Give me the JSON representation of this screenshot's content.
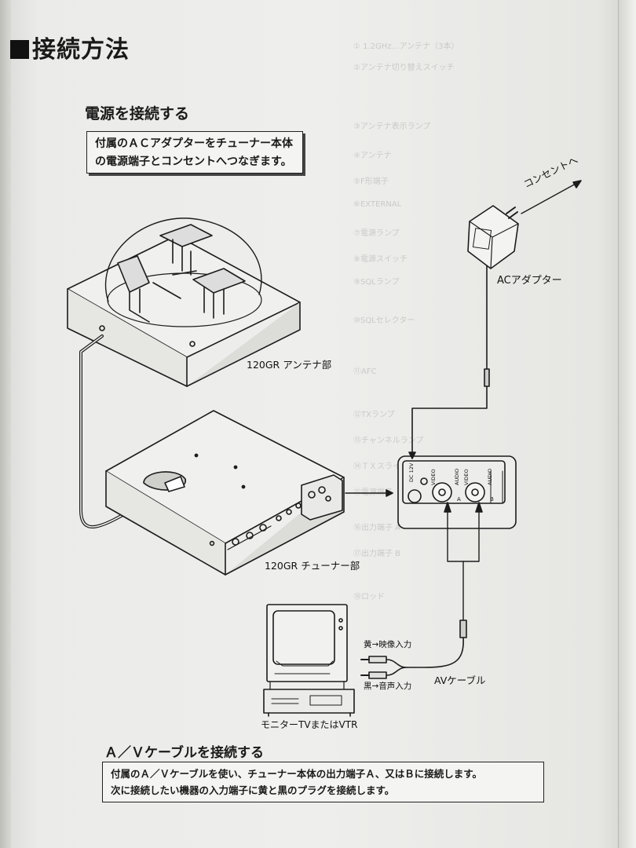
{
  "title": "接続方法",
  "power_section": {
    "heading": "電源を接続する",
    "text_lines": [
      "付属のＡＣアダプターをチューナー本体",
      "の電源端子とコンセントへつなぎます。"
    ]
  },
  "diagram_labels": {
    "antenna": "120GR アンテナ部",
    "tuner": "120GR チューナー部",
    "outlet": "コンセントへ",
    "ac_adapter": "ACアダプター",
    "av_cable": "AVケーブル",
    "yellow_video": "黄→映像入力",
    "black_audio": "黒→音声入力",
    "monitor": "モニターTVまたはVTR",
    "panel_dc": "DC 12V",
    "panel_video_a": "VIDEO",
    "panel_audio_a": "AUDIO",
    "panel_video_b": "VIDEO",
    "panel_audio_b": "AUDIO",
    "panel_a": "A",
    "panel_b": "B"
  },
  "av_section": {
    "heading": "Ａ／Ｖケーブルを接続する",
    "text_lines": [
      "付属のＡ／Ｖケーブルを使い、チューナー本体の出力端子Ａ、又はＢに接続します。",
      "次に接続したい機器の入力端子に黄と黒のプラグを接続します。"
    ]
  },
  "bleed_through_lines": [
    "① 1.2GHz…アンテナ（3本）",
    "②アンテナ切り替えスイッチ",
    "③アンテナ表示ランプ",
    "④アンテナ",
    "⑤F形端子",
    "⑥EXTERNAL",
    "⑦電源ランプ",
    "⑧電源スイッチ",
    "⑨SQLランプ",
    "⑩SQLセレクター",
    "⑪AFC",
    "⑫TXランプ",
    "⑬チャンネルランプ",
    "⑭ＴＸスライドスイッチ",
    "⑮電源端子（DC＋12V）",
    "⑯出力端子 A",
    "⑰出力端子 B",
    "⑱ロッド"
  ]
}
